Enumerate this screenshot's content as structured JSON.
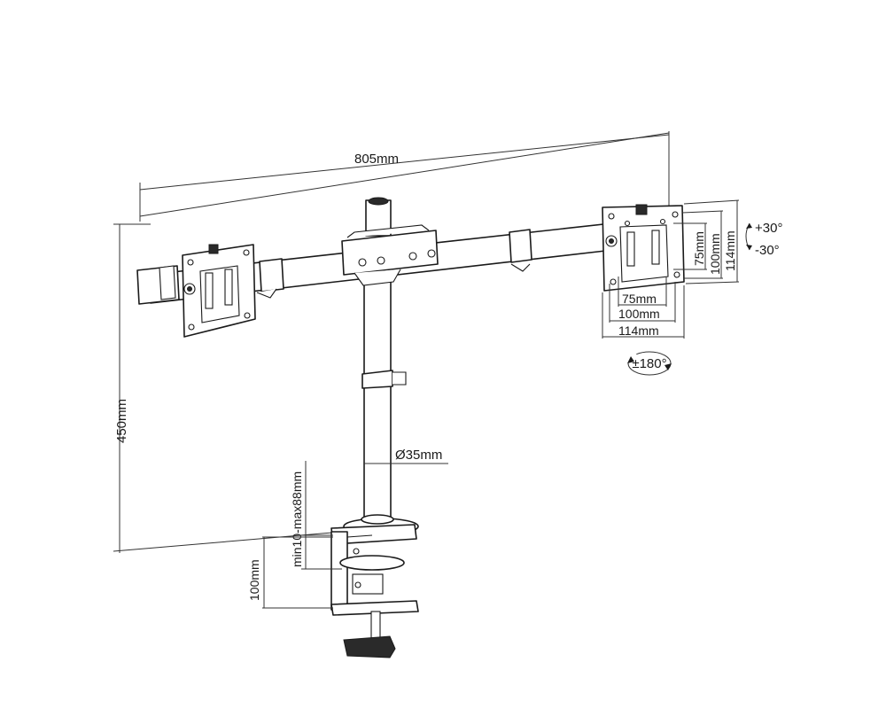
{
  "dimensions": {
    "total_width": "805mm",
    "pole_height": "450mm",
    "pole_diameter": "Ø35mm",
    "desk_thickness": "min10-max88mm",
    "clamp_depth": "100mm",
    "vesa_h_75": "75mm",
    "vesa_h_100": "100mm",
    "vesa_h_114": "114mm",
    "vesa_v_75": "75mm",
    "vesa_v_100": "100mm",
    "vesa_v_114": "114mm"
  },
  "angles": {
    "tilt_up": "+30°",
    "tilt_down": "-30°",
    "rotation": "±180°"
  }
}
